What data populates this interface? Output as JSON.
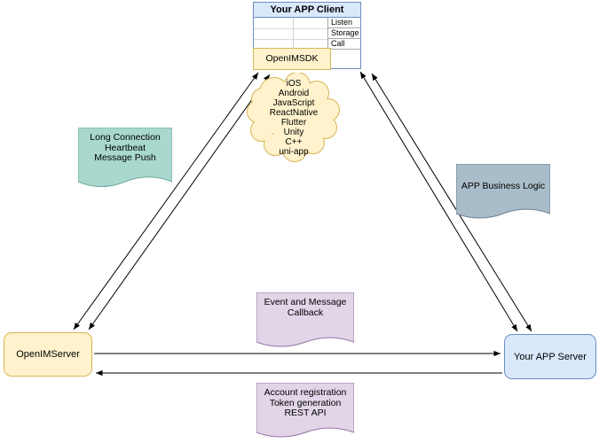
{
  "diagram": {
    "client": {
      "title": "Your APP Client",
      "ports": [
        "Listen",
        "Storage",
        "Call"
      ],
      "sdk_label": "OpenIMSDK",
      "header_fill": "#dae8fc",
      "border": "#6c8ebf"
    },
    "platform_cloud": {
      "items": [
        "iOS",
        "Android",
        "JavaScript",
        "ReactNative",
        "Flutter",
        "Unity",
        "C++",
        "uni-app"
      ],
      "fill": "#fff2cc",
      "stroke": "#d6b656"
    },
    "notes": {
      "long_connection": {
        "lines": [
          "Long Connection",
          "Heartbeat",
          "Message Push"
        ],
        "fill": "#a8d8ce",
        "stroke": "#74a89e"
      },
      "app_business_logic": {
        "lines": [
          "APP Business Logic"
        ],
        "fill": "#a9bcc9",
        "stroke": "#6b8191"
      },
      "event_message_callback": {
        "lines": [
          "Event and Message",
          "Callback"
        ],
        "fill": "#e1d5e7",
        "stroke": "#9673a6"
      },
      "account_rest_api": {
        "lines": [
          "Account registration",
          "Token generation",
          "REST API"
        ],
        "fill": "#e1d5e7",
        "stroke": "#9673a6"
      }
    },
    "nodes": {
      "openim_server": {
        "label": "OpenIMServer",
        "fill": "#fff2cc",
        "stroke": "#d6b656"
      },
      "app_server": {
        "label": "Your APP Server",
        "fill": "#dae8fc",
        "stroke": "#6c8ebf"
      }
    }
  }
}
